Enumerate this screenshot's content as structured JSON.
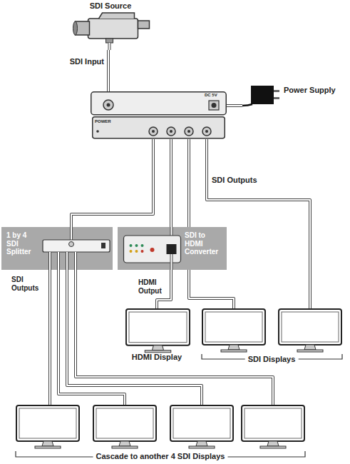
{
  "diagram": {
    "nodes": [
      {
        "text": [
          "SDI Source"
        ]
      },
      {
        "text": [
          "POWER"
        ]
      },
      {
        "text": [
          "Power Supply"
        ]
      },
      {
        "text": [
          "1 by 4 SDI Splitter"
        ]
      },
      {
        "text": [
          "SDI to HDMI Converter"
        ]
      },
      {
        "text": [
          "HDMI Display"
        ]
      }
    ],
    "edges": [
      {
        "from": 0,
        "to": 1,
        "label": "SDI Input",
        "arrow": "none"
      },
      {
        "from": 2,
        "to": 1,
        "arrow": "none"
      },
      {
        "from": 1,
        "to": 3,
        "arrow": "none"
      },
      {
        "from": 1,
        "to": 4,
        "arrow": "none"
      },
      {
        "from": 4,
        "to": 5,
        "label": "HDMI Output",
        "arrow": "none"
      }
    ],
    "labels": [
      "DC 5V",
      "SDI Outputs",
      "SDI Outputs",
      "SDI Displays",
      "Cascade to another 4 SDI Displays"
    ]
  }
}
